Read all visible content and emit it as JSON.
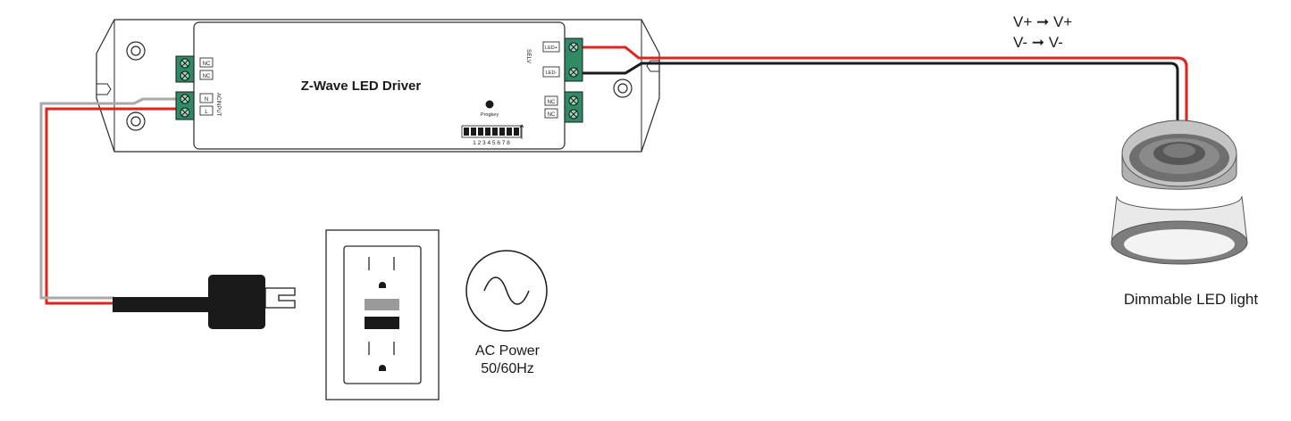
{
  "driver": {
    "title": "Z-Wave LED Driver",
    "selv_label": "SELV",
    "ac_input_label": "ACINPUT",
    "progkey_label": "Progkey",
    "dip_numbers": "1 2 3 4 5 6 7 8",
    "left_terminals": [
      "NC",
      "NC",
      "N",
      "L"
    ],
    "right_terminals": [
      "LED+",
      "LED-",
      "NC",
      "NC"
    ]
  },
  "wiring": {
    "v_plus": "V+  ➞ V+",
    "v_minus": "V-   ➞ V-"
  },
  "light": {
    "label": "Dimmable LED light"
  },
  "ac_power": {
    "line1": "AC Power",
    "line2": "50/60Hz"
  },
  "colors": {
    "live_wire": "#e3231b",
    "neutral_wire": "#a9a9a9",
    "black_wire": "#1a1a1a",
    "terminal_green": "#2f8a66",
    "outline": "#2a2a2a"
  }
}
